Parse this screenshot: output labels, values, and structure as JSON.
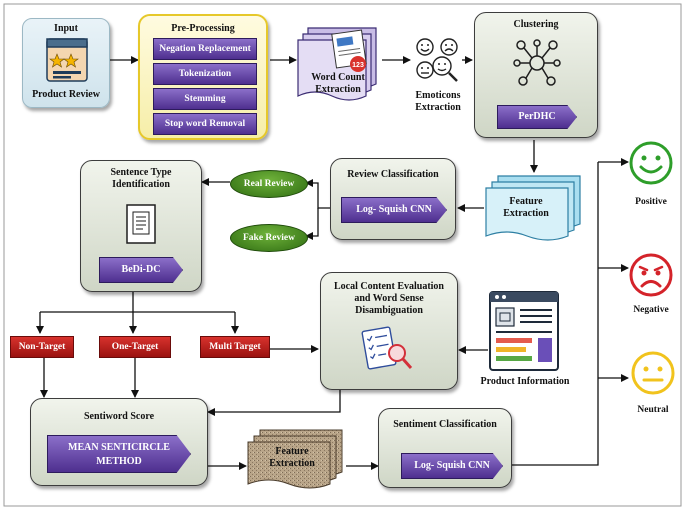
{
  "input": {
    "title": "Input",
    "caption": "Product Review"
  },
  "preprocessing": {
    "title": "Pre-Processing",
    "steps": [
      "Negation Replacement",
      "Tokenization",
      "Stemming",
      "Stop word Removal"
    ]
  },
  "word_count": {
    "label": "Word Count Extraction"
  },
  "emoticons": {
    "label": "Emoticons Extraction"
  },
  "clustering": {
    "title": "Clustering",
    "method": "PerDHC"
  },
  "feature_extraction_top": {
    "label": "Feature Extraction"
  },
  "review_classification": {
    "title": "Review Classification",
    "method": "Log- Squish CNN"
  },
  "real_review": "Real Review",
  "fake_review": "Fake Review",
  "sentence_type": {
    "title": "Sentence Type Identification",
    "method": "BeDi-DC"
  },
  "targets": [
    "Non-Target",
    "One-Target",
    "Multi Target"
  ],
  "local_content": {
    "title": "Local Content Evaluation and Word Sense Disambiguation"
  },
  "product_info": {
    "label": "Product Information"
  },
  "sentiword": {
    "title": "Sentiword Score",
    "method": "MEAN SENTICIRCLE METHOD"
  },
  "feature_extraction_bottom": {
    "label": "Feature Extraction"
  },
  "sentiment_classification": {
    "title": "Sentiment Classification",
    "method": "Log- Squish CNN"
  },
  "outputs": [
    "Positive",
    "Negative",
    "Neutral"
  ],
  "colors": {
    "pill": "#5b3a9e",
    "red": "#c0201c",
    "green": "#3f8a1e",
    "positive": "#2e9e2a",
    "negative": "#d4232a",
    "neutral": "#f1c31d"
  }
}
